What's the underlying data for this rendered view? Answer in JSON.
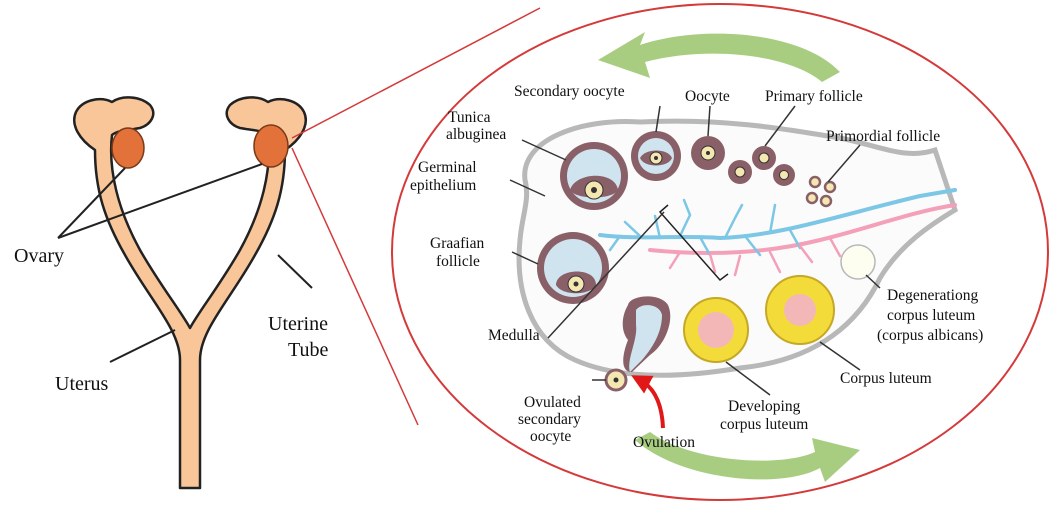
{
  "colors": {
    "tube_fill": "#f9c69a",
    "tube_stroke": "#222222",
    "ovary_small": "#e2713a",
    "callout_stroke": "#d43a3a",
    "ovary_outline": "#b8b8b8",
    "follicle_wall": "#7d5560",
    "follicle_fluid": "#cfe4ef",
    "vessel_blue": "#7cc6e6",
    "vessel_pink": "#f3a0b8",
    "corpus_luteum": "#f3dc3a",
    "corpus_luteum_core": "#f4b7b7",
    "arrow_green": "#9fc873",
    "ovulation_arrow": "#e01818"
  },
  "labels": {
    "ovary": "Ovary",
    "uterine_tube_line1": "Uterine",
    "uterine_tube_line2": "Tube",
    "uterus": "Uterus",
    "secondary_oocyte": "Secondary oocyte",
    "oocyte": "Oocyte",
    "primary_follicle": "Primary follicle",
    "primordial_follicle": "Primordial follicle",
    "tunica_albuginea_line1": "Tunica",
    "tunica_albuginea_line2": "albuginea",
    "germinal_epithelium_line1": "Germinal",
    "germinal_epithelium_line2": "epithelium",
    "graafian_follicle_line1": "Graafian",
    "graafian_follicle_line2": "follicle",
    "medulla": "Medulla",
    "degenerating_line1": "Degenerationg",
    "degenerating_line2": "corpus luteum",
    "degenerating_line3": "(corpus albicans)",
    "corpus_luteum": "Corpus luteum",
    "ovulated_line1": "Ovulated",
    "ovulated_line2": "secondary",
    "ovulated_line3": "oocyte",
    "developing_line1": "Developing",
    "developing_line2": "corpus luteum",
    "ovulation": "Ovulation"
  }
}
